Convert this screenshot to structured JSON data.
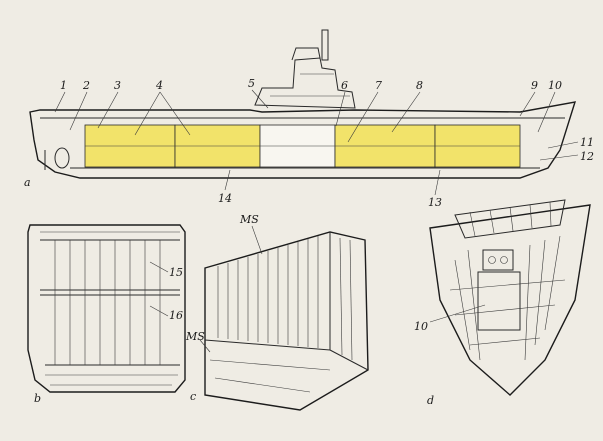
{
  "colors": {
    "paper": "#efece4",
    "hold_fill": "#f2e36a",
    "ink": "#1f1f1f"
  },
  "diagram": {
    "panel_letters": {
      "a": "a",
      "b": "b",
      "c": "c",
      "d": "d"
    },
    "ship_callouts": [
      "1",
      "2",
      "3",
      "4",
      "5",
      "6",
      "7",
      "8",
      "9",
      "10",
      "11",
      "12",
      "13",
      "14"
    ],
    "section_b_callouts": [
      "15",
      "16"
    ],
    "section_c_callouts": [
      "MS",
      "MS"
    ],
    "section_d_callouts": [
      "10"
    ]
  }
}
